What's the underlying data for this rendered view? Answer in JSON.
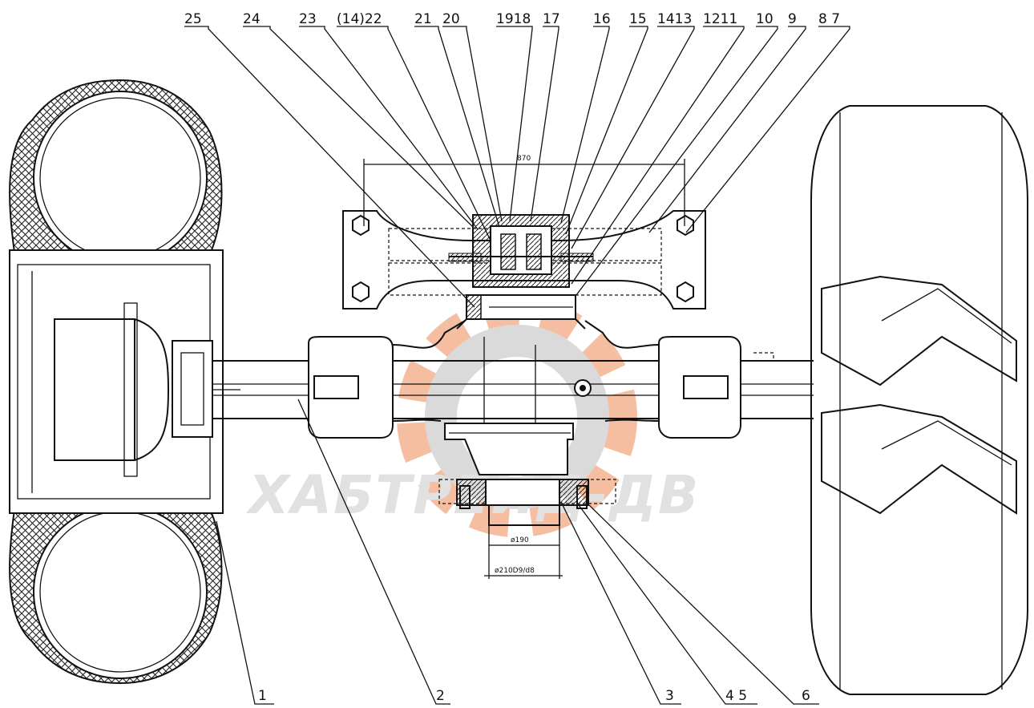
{
  "drawing": {
    "callouts_top": [
      "25",
      "24",
      "23",
      "(14)22",
      "21",
      "20",
      "1918",
      "17",
      "16",
      "15",
      "1413",
      "1211",
      "10",
      "9",
      "8 7"
    ],
    "callouts_bottom": [
      "1",
      "2",
      "3",
      "4 5",
      "6"
    ],
    "dimensions": {
      "span": "870",
      "bore": "ø190",
      "fit": "ø210D9/d8"
    }
  },
  "watermark": {
    "text": "ХАБТРЕЙД-ДВ",
    "colors": {
      "gear": "#ee8a56",
      "letters": "#c9c9c9"
    }
  }
}
